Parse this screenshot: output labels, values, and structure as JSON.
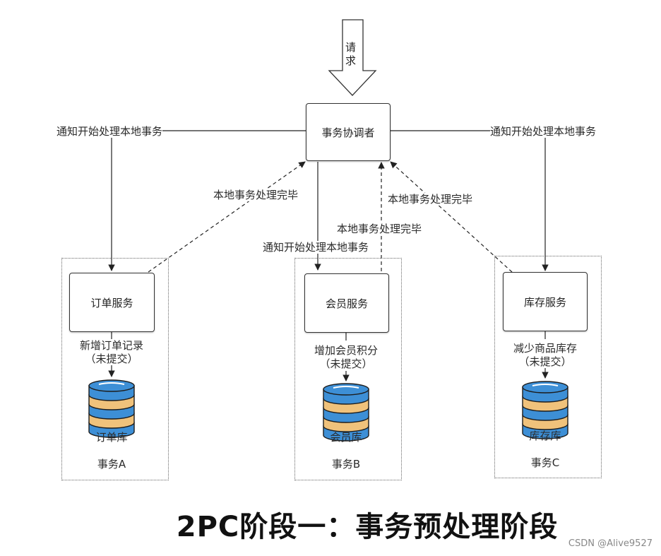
{
  "request_label": "请求",
  "coordinator_label": "事务协调者",
  "notify_left": "通知开始处理本地事务",
  "notify_right": "通知开始处理本地事务",
  "notify_mid": "通知开始处理本地事务",
  "done_a": "本地事务处理完毕",
  "done_b": "本地事务处理完毕",
  "done_c": "本地事务处理完毕",
  "services": [
    {
      "name": "订单服务",
      "op_line1": "新增订单记录",
      "op_line2": "（未提交）",
      "db": "订单库",
      "txn": "事务A"
    },
    {
      "name": "会员服务",
      "op_line1": "增加会员积分",
      "op_line2": "（未提交）",
      "db": "会员库",
      "txn": "事务B"
    },
    {
      "name": "库存服务",
      "op_line1": "减少商品库存",
      "op_line2": "（未提交）",
      "db": "库存库",
      "txn": "事务C"
    }
  ],
  "title": "2PC阶段一：事务预处理阶段",
  "watermark": "CSDN @Alive9527",
  "colors": {
    "db_blue": "#3d8fd6",
    "db_orange": "#f0c27b",
    "line": "#222222"
  }
}
